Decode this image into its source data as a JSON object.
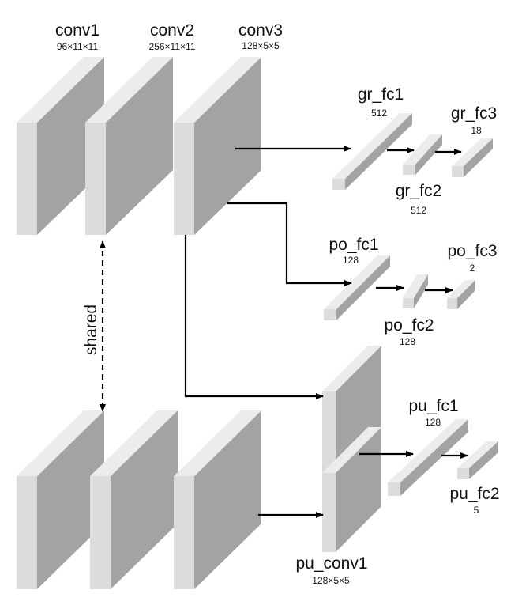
{
  "blocks": {
    "conv1": {
      "name": "conv1",
      "dims": "96×11×11"
    },
    "conv2": {
      "name": "conv2",
      "dims": "256×11×11"
    },
    "conv3": {
      "name": "conv3",
      "dims": "128×5×5"
    },
    "gr_fc1": {
      "name": "gr_fc1",
      "dims": "512"
    },
    "gr_fc2": {
      "name": "gr_fc2",
      "dims": "512"
    },
    "gr_fc3": {
      "name": "gr_fc3",
      "dims": "18"
    },
    "po_fc1": {
      "name": "po_fc1",
      "dims": "128"
    },
    "po_fc2": {
      "name": "po_fc2",
      "dims": "128"
    },
    "po_fc3": {
      "name": "po_fc3",
      "dims": "2"
    },
    "pu_fc1": {
      "name": "pu_fc1",
      "dims": "128"
    },
    "pu_fc2": {
      "name": "pu_fc2",
      "dims": "5"
    },
    "pu_conv1": {
      "name": "pu_conv1",
      "dims": "128×5×5"
    }
  },
  "shared_label": "shared",
  "colors": {
    "front": "#dcdcdc",
    "side": "#a3a3a3",
    "top": "#ececec",
    "line": "#000000"
  }
}
